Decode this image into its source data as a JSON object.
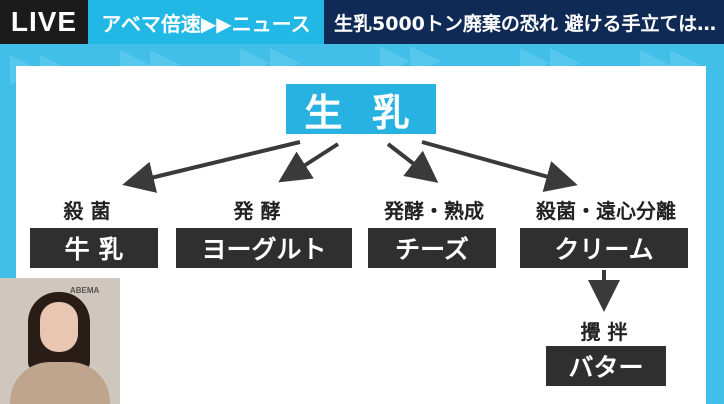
{
  "topbar": {
    "live_label": "LIVE",
    "program_label": "アベマ倍速▶▶ニュース",
    "headline": "生乳5000トン廃棄の恐れ 避ける手立ては…"
  },
  "diagram": {
    "root": "生 乳",
    "branches": [
      {
        "process": "殺 菌",
        "product": "牛 乳"
      },
      {
        "process": "発 酵",
        "product": "ヨーグルト"
      },
      {
        "process": "発酵・熟成",
        "product": "チーズ"
      },
      {
        "process": "殺菌・遠心分離",
        "product": "クリーム"
      }
    ],
    "sub": {
      "process": "攪 拌",
      "product": "バター"
    }
  },
  "anchor_logo": "ABEMA",
  "colors": {
    "accent": "#27b2e2",
    "dark_box": "#2f2f2f",
    "headline_bg": "#0f2a55",
    "bg": "#41bfe8"
  }
}
